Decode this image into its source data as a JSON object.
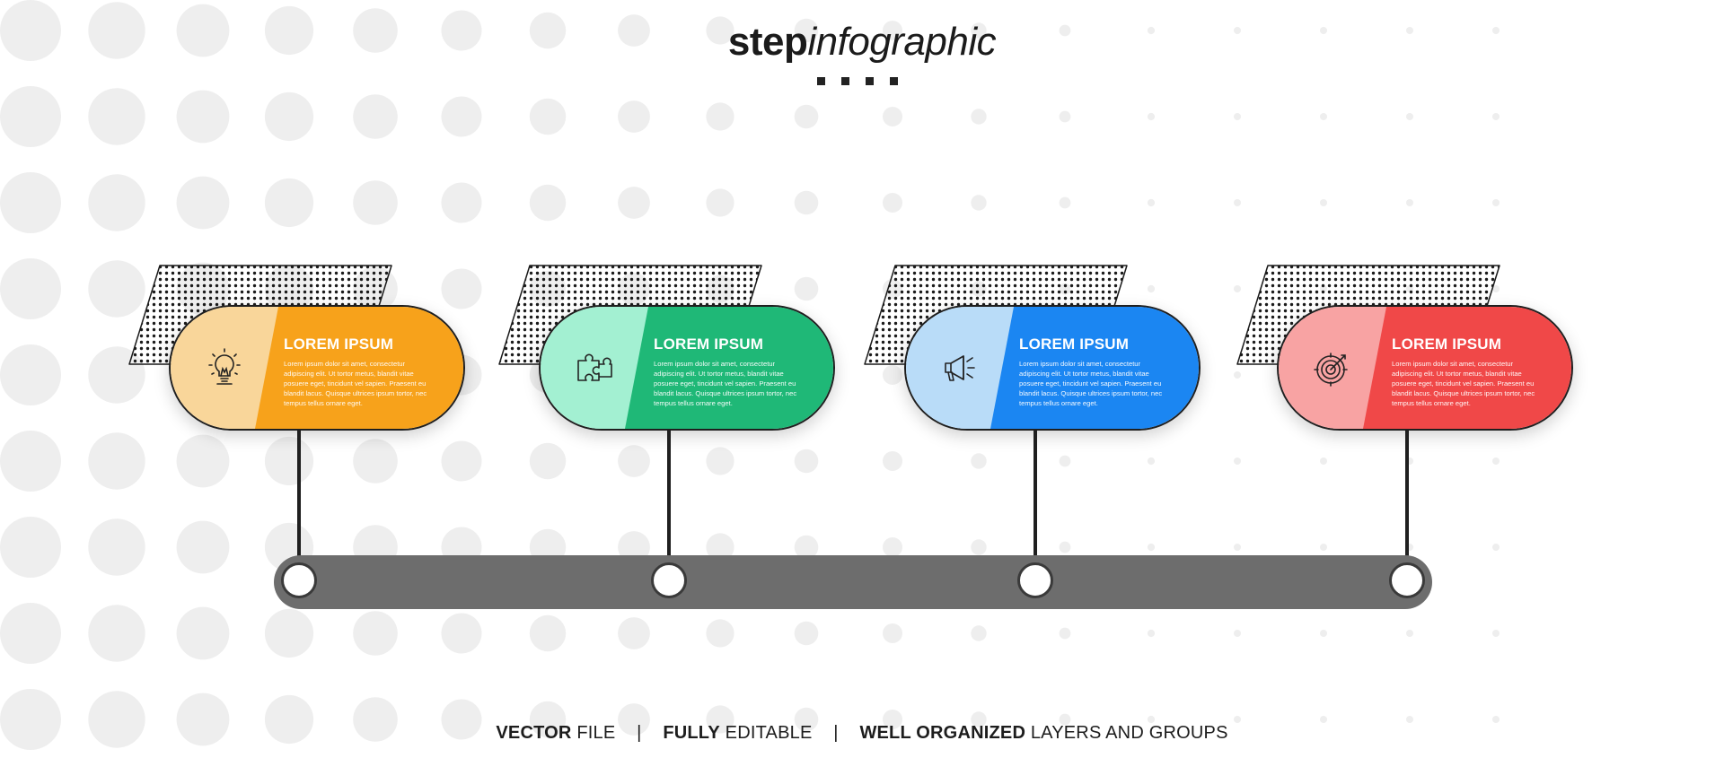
{
  "title": {
    "bold": "step",
    "italic": "infographic"
  },
  "steps": [
    {
      "heading": "LOREM IPSUM",
      "text": "Lorem ipsum dolor sit amet, consectetur adipiscing elit. Ut tortor metus, blandit vitae posuere eget, tincidunt vel sapien. Praesent eu blandit lacus. Quisque ultrices ipsum tortor, nec tempus tellus ornare eget.",
      "icon": "lightbulb-icon",
      "light_color": "#f9d69a",
      "main_color": "#f7a21b"
    },
    {
      "heading": "LOREM IPSUM",
      "text": "Lorem ipsum dolor sit amet, consectetur adipiscing elit. Ut tortor metus, blandit vitae posuere eget, tincidunt vel sapien. Praesent eu blandit lacus. Quisque ultrices ipsum tortor, nec tempus tellus ornare eget.",
      "icon": "puzzle-icon",
      "light_color": "#a3f0d2",
      "main_color": "#1fb877"
    },
    {
      "heading": "LOREM IPSUM",
      "text": "Lorem ipsum dolor sit amet, consectetur adipiscing elit. Ut tortor metus, blandit vitae posuere eget, tincidunt vel sapien. Praesent eu blandit lacus. Quisque ultrices ipsum tortor, nec tempus tellus ornare eget.",
      "icon": "megaphone-icon",
      "light_color": "#b9dcf8",
      "main_color": "#1b86f2"
    },
    {
      "heading": "LOREM IPSUM",
      "text": "Lorem ipsum dolor sit amet, consectetur adipiscing elit. Ut tortor metus, blandit vitae posuere eget, tincidunt vel sapien. Praesent eu blandit lacus. Quisque ultrices ipsum tortor, nec tempus tellus ornare eget.",
      "icon": "target-icon",
      "light_color": "#f8a3a3",
      "main_color": "#f04848"
    }
  ],
  "footer": {
    "part1_bold": "VECTOR",
    "part1_rest": " FILE",
    "sep1": "|",
    "part2_bold": "FULLY",
    "part2_rest": " EDITABLE",
    "sep2": "|",
    "part3_bold": "WELL ORGANIZED",
    "part3_rest": " LAYERS AND GROUPS"
  }
}
